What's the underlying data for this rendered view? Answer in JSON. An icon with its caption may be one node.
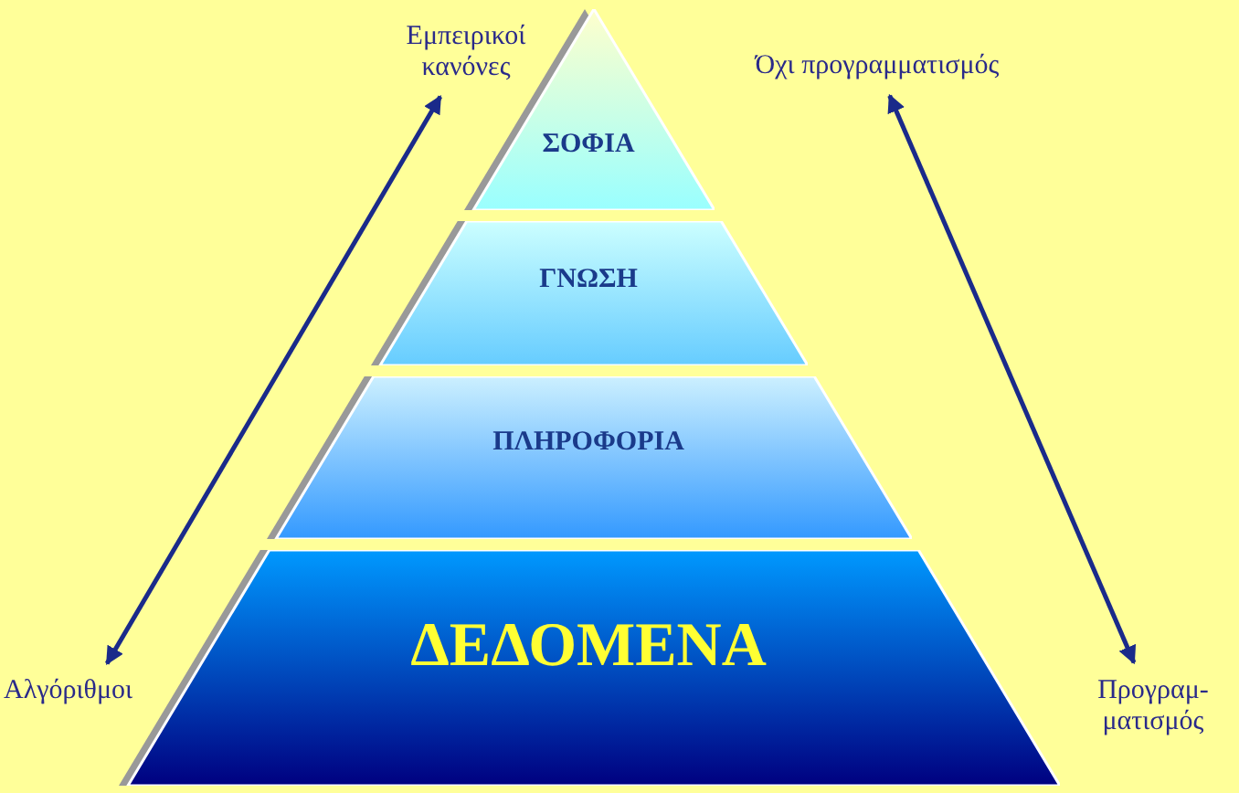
{
  "diagram": {
    "nodes": [
      {
        "text": [
          "ΣΟΦΙΑ"
        ]
      },
      {
        "text": [
          "ΓΝΩΣΗ"
        ]
      },
      {
        "text": [
          "ΠΛΗΡΟΦΟΡΙΑ"
        ]
      },
      {
        "text": [
          "ΔΕΔΟΜΕΝΑ"
        ]
      },
      {
        "text": [
          "Εμπειρικοί κανόνες"
        ]
      },
      {
        "text": [
          "Όχι προγραμματισμός"
        ]
      },
      {
        "text": [
          "Αλγόριθμοι"
        ]
      },
      {
        "text": [
          "Προγραμ- ματισμός"
        ]
      }
    ],
    "edges": [
      {
        "from": 6,
        "to": 4,
        "arrow": "both"
      },
      {
        "from": 5,
        "to": 7,
        "arrow": "both"
      }
    ]
  }
}
